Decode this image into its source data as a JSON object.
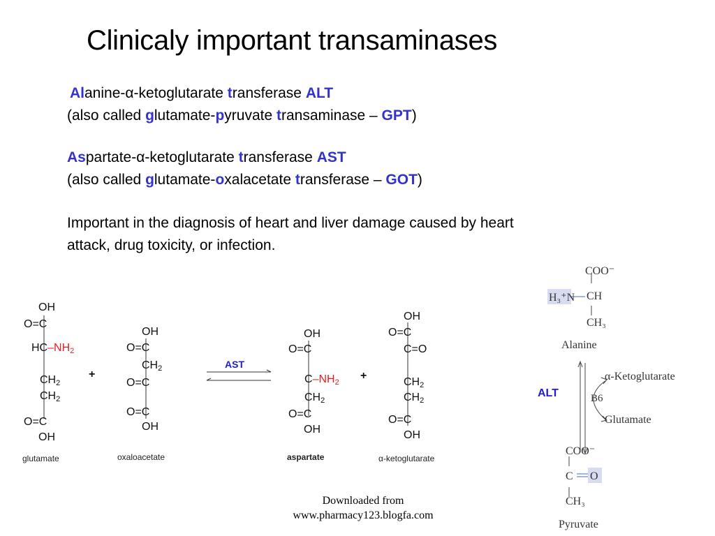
{
  "slide": {
    "title": "Clinicaly important transaminases",
    "alt_block": {
      "line1": {
        "p1": "Al",
        "p2": "anine-α-ketoglutarate ",
        "p3": "t",
        "p4": "ransferase ",
        "p5": "ALT"
      },
      "line2": {
        "p1": "(also called ",
        "p2": "g",
        "p3": "lutamate-",
        "p4": "p",
        "p5": "yruvate ",
        "p6": "t",
        "p7": "ransaminase – ",
        "p8": "GPT",
        "p9": ")"
      }
    },
    "ast_block": {
      "line1": {
        "p1": "As",
        "p2": "partate-α-ketoglutarate ",
        "p3": "t",
        "p4": "ransferase ",
        "p5": "AST"
      },
      "line2": {
        "p1": "(also called ",
        "p2": "g",
        "p3": "lutamate-",
        "p4": "o",
        "p5": "xalacetate ",
        "p6": "t",
        "p7": "ransferase – ",
        "p8": "GOT",
        "p9": ")"
      }
    },
    "importance": {
      "line1": "Important in the diagnosis of heart and liver damage caused by heart",
      "line2": "attack, drug toxicity, or infection."
    },
    "highlight_color": "#3333cc",
    "amine_color": "#e02020"
  },
  "ast_reaction": {
    "enzyme": "AST",
    "plus": "+",
    "molecules": [
      {
        "name": "glutamate",
        "groups": [
          "OH",
          "O=C",
          "HC",
          "NH2",
          "CH2",
          "CH2",
          "O=C",
          "OH"
        ]
      },
      {
        "name": "oxaloacetate",
        "groups": [
          "OH",
          "O=C",
          "CH2",
          "O=C",
          "O=C",
          "OH"
        ]
      },
      {
        "name": "aspartate",
        "groups": [
          "OH",
          "O=C",
          "C",
          "NH2",
          "CH2",
          "O=C",
          "OH"
        ]
      },
      {
        "name": "α-ketoglutarate",
        "groups": [
          "OH",
          "O=C",
          "C=O",
          "CH2",
          "CH2",
          "O=C",
          "OH"
        ]
      }
    ]
  },
  "alt_reaction": {
    "enzyme": "ALT",
    "cofactor": "B6",
    "cosubstrate_in": "α-Ketoglutarate",
    "coproduct_out": "Glutamate",
    "substrate": {
      "name": "Alanine",
      "top": "COO⁻",
      "amine": "H₃⁺N",
      "center": "CH",
      "bottom": "CH₃"
    },
    "product": {
      "name": "Pyruvate",
      "top": "COO⁻",
      "center": "C",
      "keto": "O",
      "bottom": "CH₃"
    }
  },
  "footer": {
    "line1": "Downloaded from",
    "line2": "www.pharmacy123.blogfa.com"
  }
}
